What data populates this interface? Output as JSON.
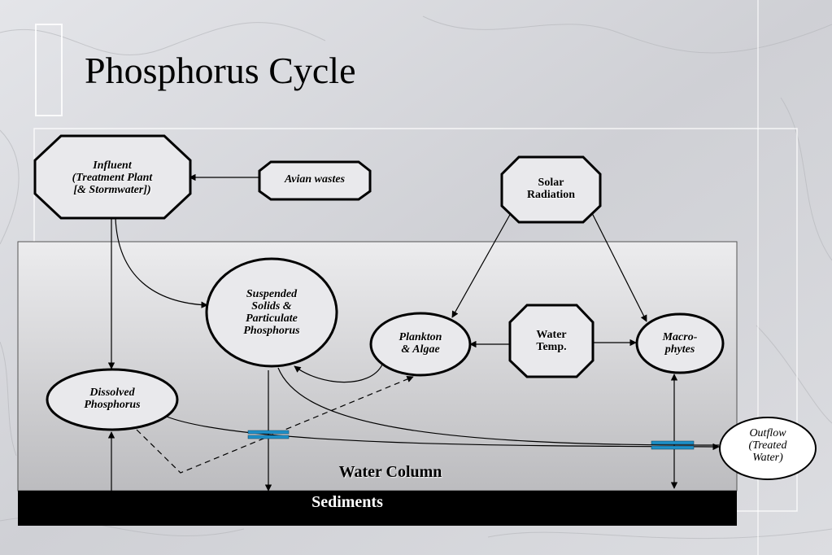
{
  "title": "Phosphorus Cycle",
  "nodes": {
    "influent": {
      "lines": [
        "Influent",
        "(Treatment Plant",
        "[& Stormwater])"
      ]
    },
    "avian": {
      "label": "Avian wastes"
    },
    "solar": {
      "lines": [
        "Solar",
        "Radiation"
      ]
    },
    "suspended": {
      "lines": [
        "Suspended",
        "Solids &",
        "Particulate",
        "Phosphorus"
      ]
    },
    "plankton": {
      "lines": [
        "Plankton",
        "& Algae"
      ]
    },
    "water_temp": {
      "lines": [
        "Water",
        "Temp."
      ]
    },
    "macrophytes": {
      "lines": [
        "Macro-",
        "phytes"
      ]
    },
    "dissolved": {
      "lines": [
        "Dissolved",
        "Phosphorus"
      ]
    },
    "outflow": {
      "lines": [
        "Outflow",
        "(Treated",
        "Water)"
      ]
    }
  },
  "zones": {
    "water_column": "Water Column",
    "sediments": "Sediments"
  },
  "colors": {
    "marker": "#1e90c8",
    "sediments": "#000000",
    "water_top": "#e6e6e8",
    "water_bottom": "#bfbfc2"
  }
}
